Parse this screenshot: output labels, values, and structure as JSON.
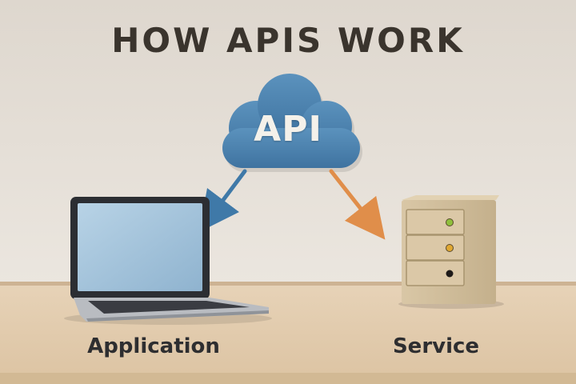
{
  "title": "HOW APIS WORK",
  "cloud": {
    "label": "API",
    "color": "#4f86b2"
  },
  "nodes": {
    "application": {
      "label": "Application"
    },
    "service": {
      "label": "Service"
    }
  },
  "colors": {
    "wall": "#e6e0d8",
    "desk": "#e3cdb0",
    "arrow_to_application": "#3f79a8",
    "arrow_to_service": "#e08e4a",
    "led_top": "#8fbf3c",
    "led_middle": "#e0a832",
    "led_bottom": "#1e1a18"
  }
}
